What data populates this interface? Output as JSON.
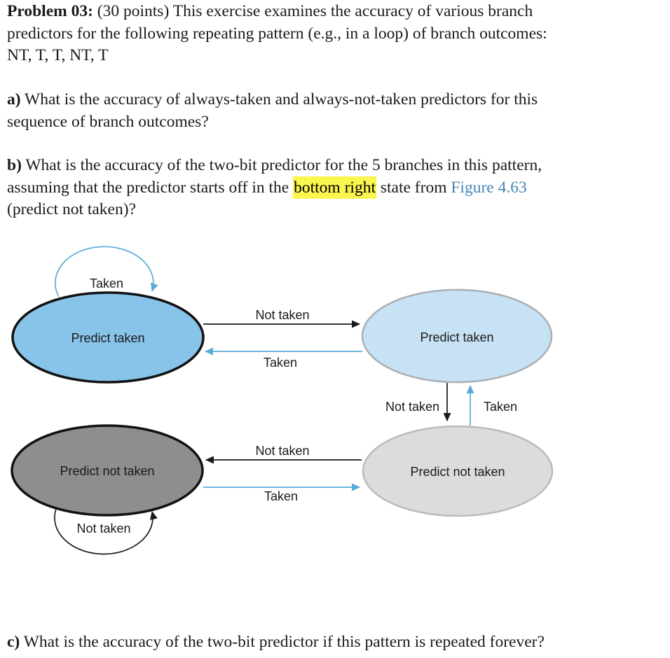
{
  "colors": {
    "text": "#1a1a1a",
    "highlight": "#fbf64e",
    "link": "#4687b4"
  },
  "document": {
    "problem": {
      "label": "Problem 03:",
      "line1_rest": " (30 points) This exercise examines the accuracy of various branch",
      "line2": "predictors for the following repeating pattern (e.g., in a loop) of branch outcomes:",
      "line3": "NT, T, T, NT, T"
    },
    "part_a": {
      "label": "a)",
      "line1_rest": " What is the accuracy of always-taken and always-not-taken predictors for this",
      "line2": "sequence of branch outcomes?"
    },
    "part_b": {
      "label": "b)",
      "line1_rest": " What is the accuracy of the two-bit predictor for the 5 branches in this pattern,",
      "line2_part1": "assuming that the predictor starts off in the ",
      "line2_highlight": "bottom right",
      "line2_part2": " state from ",
      "line2_link": "Figure 4.63",
      "line3": "(predict not taken)?"
    },
    "part_c": {
      "label": "c)",
      "rest": " What is the accuracy of the two-bit predictor if this pattern is repeated forever?"
    }
  },
  "diagram": {
    "states": {
      "top_left": {
        "label": "Predict taken",
        "fill": "#88c3e9",
        "stroke": "#121212"
      },
      "top_right": {
        "label": "Predict taken",
        "fill": "#c8e2f5",
        "stroke": "#a9afb4"
      },
      "bottom_left": {
        "label": "Predict not taken",
        "fill": "#8e8e8e",
        "stroke": "#121212"
      },
      "bottom_right": {
        "label": "Predict not taken",
        "fill": "#dcdcdc",
        "stroke": "#b9bbbc"
      }
    },
    "edge_colors": {
      "black_edge": "#1a1a1a",
      "blue_edge": "#58abd8"
    },
    "edges": {
      "self_loop_taken": "Taken",
      "tl_to_tr": "Not taken",
      "tr_to_tl": "Taken",
      "tr_to_br": "Not taken",
      "br_to_tr": "Taken",
      "br_to_bl": "Not taken",
      "bl_to_br": "Taken",
      "self_loop_not_taken": "Not taken"
    }
  }
}
